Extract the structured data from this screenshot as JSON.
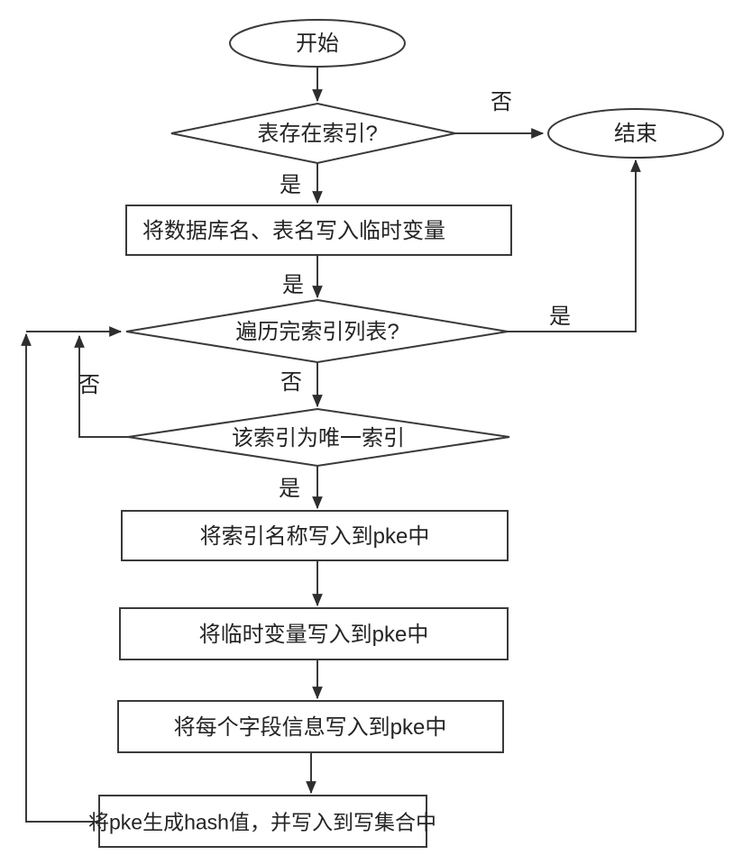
{
  "flowchart": {
    "nodes": {
      "start": {
        "label": "开始",
        "shape": "ellipse"
      },
      "table_has_index": {
        "label": "表存在索引?",
        "shape": "diamond"
      },
      "write_db_table_to_temp": {
        "label": "将数据库名、表名写入临时变量",
        "shape": "rect"
      },
      "index_list_done": {
        "label": "遍历完索引列表?",
        "shape": "diamond"
      },
      "is_unique_index": {
        "label": "该索引为唯一索引",
        "shape": "diamond"
      },
      "write_index_name_to_pke": {
        "label": "将索引名称写入到pke中",
        "shape": "rect"
      },
      "write_temp_vars_to_pke": {
        "label": "将临时变量写入到pke中",
        "shape": "rect"
      },
      "write_field_info_to_pke": {
        "label": "将每个字段信息写入到pke中",
        "shape": "rect"
      },
      "gen_hash_write_to_writeset": {
        "label": "将pke生成hash值，并写入到写集合中",
        "shape": "rect"
      },
      "end": {
        "label": "结束",
        "shape": "ellipse"
      }
    },
    "edge_labels": {
      "table_has_index_no": "否",
      "table_has_index_yes": "是",
      "temp_to_index_list_yes": "是",
      "index_list_done_yes": "是",
      "index_list_done_no": "否",
      "is_unique_index_no": "否",
      "is_unique_index_yes": "是"
    },
    "colors": {
      "line": "#3a3a3a",
      "arrowhead": "#2e2e2e",
      "text": "#242424",
      "node_fill": "#ffffff",
      "background": "#ffffff"
    }
  }
}
